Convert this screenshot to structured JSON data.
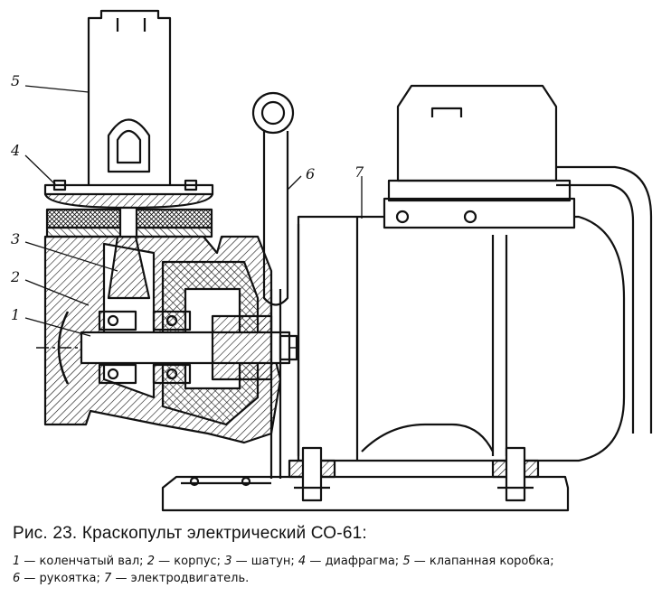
{
  "figure": {
    "labels": [
      {
        "id": "1",
        "text": "1"
      },
      {
        "id": "2",
        "text": "2"
      },
      {
        "id": "3",
        "text": "3"
      },
      {
        "id": "4",
        "text": "4"
      },
      {
        "id": "5",
        "text": "5"
      },
      {
        "id": "6",
        "text": "6"
      },
      {
        "id": "7",
        "text": "7"
      }
    ]
  },
  "caption": {
    "title": "Рис. 23. Краскопульт электрический СО-61:",
    "legend": [
      {
        "num": "1",
        "text": "— коленчатый вал;"
      },
      {
        "num": "2",
        "text": "— корпус;"
      },
      {
        "num": "3",
        "text": "— шатун;"
      },
      {
        "num": "4",
        "text": "— диафрагма;"
      },
      {
        "num": "5",
        "text": "— клапанная коробка;"
      },
      {
        "num": "6",
        "text": "— рукоятка;"
      },
      {
        "num": "7",
        "text": "— электродвигатель."
      }
    ]
  }
}
